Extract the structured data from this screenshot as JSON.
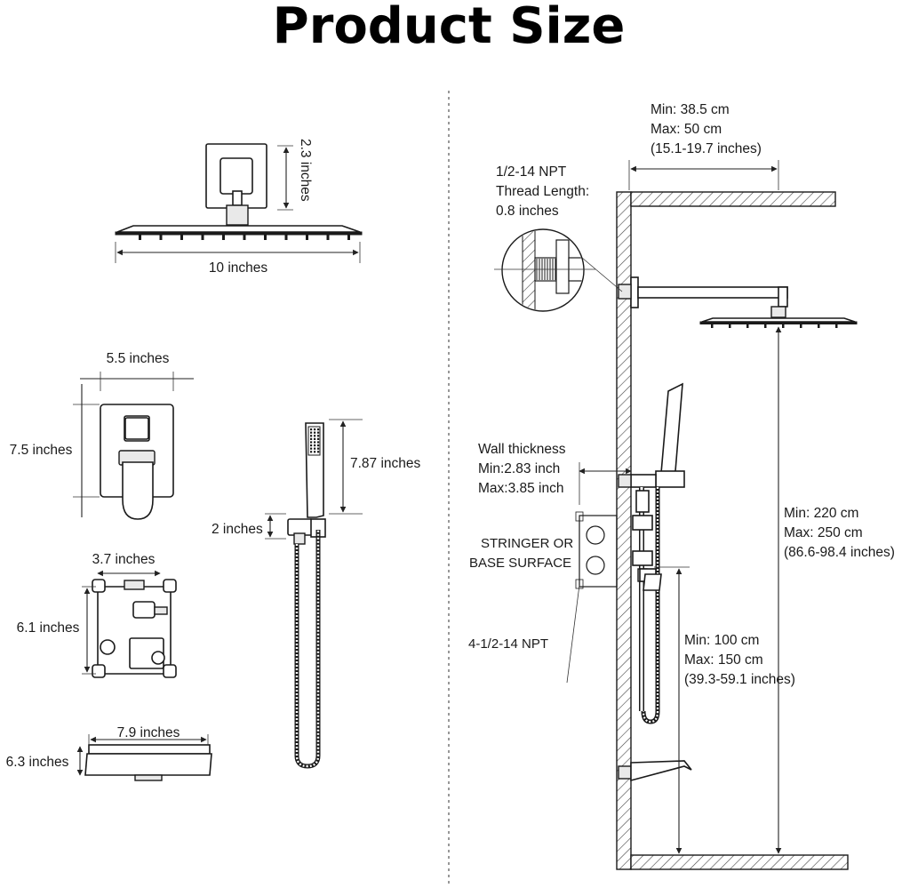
{
  "title": "Product Size",
  "left_labels": {
    "showerhead_height": "2.3 inches",
    "showerhead_width": "10 inches",
    "trim_width": "5.5 inches",
    "trim_height": "7.5 inches",
    "handheld_length": "7.87 inches",
    "holder_height": "2 inches",
    "valve_width": "3.7 inches",
    "valve_height": "6.1 inches",
    "base_width": "7.9 inches",
    "base_height": "6.3 inches"
  },
  "right_labels": {
    "arm_min": "Min: 38.5 cm",
    "arm_max": "Max: 50 cm",
    "arm_inches": "(15.1-19.7 inches)",
    "thread_line1": "1/2-14 NPT",
    "thread_line2": "Thread Length:",
    "thread_line3": "0.8 inches",
    "wall_line1": "Wall thickness",
    "wall_line2": "Min:2.83 inch",
    "wall_line3": "Max:3.85 inch",
    "stringer_line1": "STRINGER OR",
    "stringer_line2": "BASE SURFACE",
    "npt4": "4-1/2-14 NPT",
    "head_min": "Min: 220 cm",
    "head_max": "Max: 250 cm",
    "head_inches": "(86.6-98.4 inches)",
    "valve_min": "Min: 100 cm",
    "valve_max": "Max: 150 cm",
    "valve_inches": "(39.3-59.1 inches)"
  }
}
